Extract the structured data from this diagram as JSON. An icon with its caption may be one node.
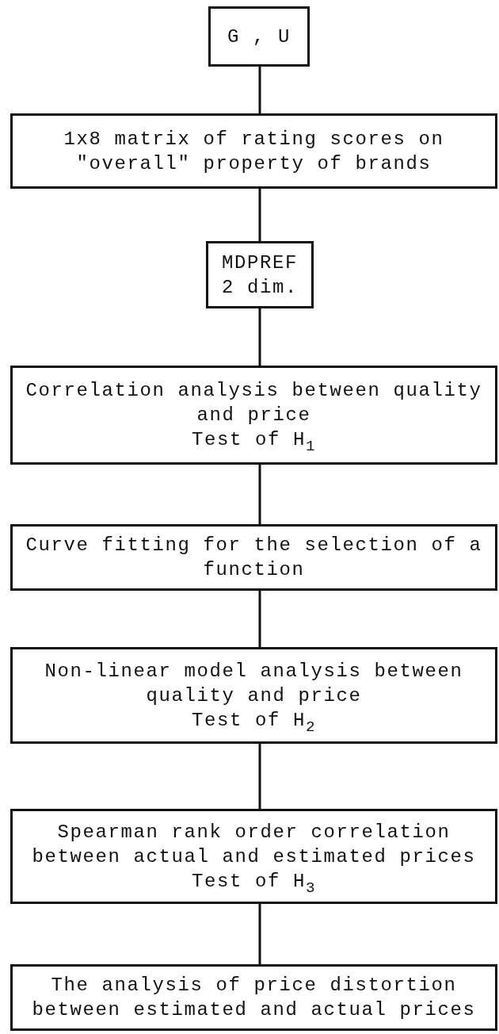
{
  "diagram": {
    "nodes": [
      {
        "text": [
          "G , U"
        ]
      },
      {
        "text": [
          "1x8 matrix of rating scores on \"overall\" property of brands"
        ]
      },
      {
        "text": [
          "MDPREF 2 dim."
        ]
      },
      {
        "text": [
          "Correlation analysis between quality and price",
          "Test of H$_{1}$"
        ]
      },
      {
        "text": [
          "Curve fitting for the selection of a function"
        ]
      },
      {
        "text": [
          "Non-linear model analysis between quality and price",
          "Test of H$_{2}$"
        ]
      },
      {
        "text": [
          "Spearman rank order correlation between actual and estimated prices",
          "Test of H$_{3}$"
        ]
      },
      {
        "text": [
          "The analysis of price distortion between estimated and actual prices"
        ]
      }
    ],
    "edges": [
      {
        "from": 0,
        "to": 1,
        "arrow": "none"
      },
      {
        "from": 1,
        "to": 2,
        "arrow": "none"
      },
      {
        "from": 2,
        "to": 3,
        "arrow": "none"
      },
      {
        "from": 3,
        "to": 4,
        "arrow": "none"
      },
      {
        "from": 4,
        "to": 5,
        "arrow": "none"
      },
      {
        "from": 5,
        "to": 6,
        "arrow": "none"
      },
      {
        "from": 6,
        "to": 7,
        "arrow": "none"
      }
    ]
  }
}
